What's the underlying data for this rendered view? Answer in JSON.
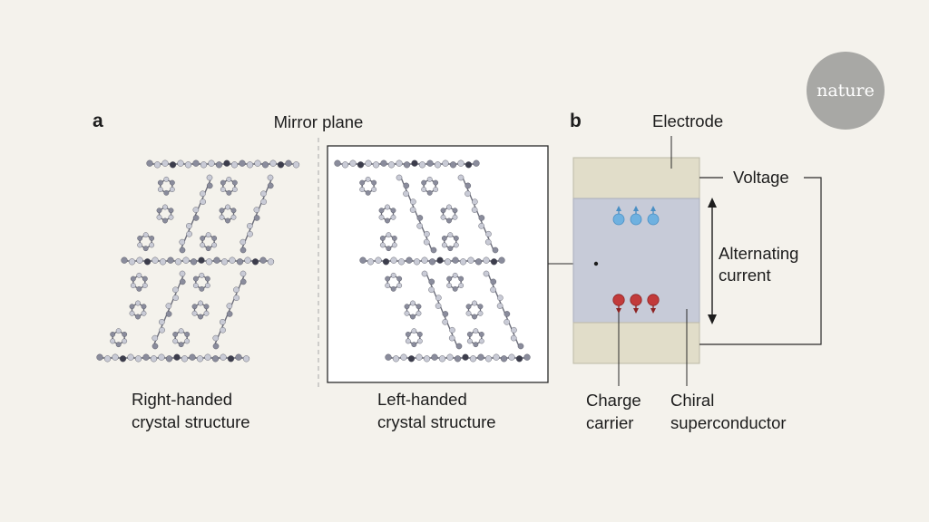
{
  "logo": {
    "text": "nature",
    "color": "#a8a8a5"
  },
  "panel_a": {
    "letter": "a",
    "mirror_label": "Mirror plane",
    "right_caption": [
      "Right-handed",
      "crystal structure"
    ],
    "left_caption": [
      "Left-handed",
      "crystal structure"
    ]
  },
  "panel_b": {
    "letter": "b",
    "electrode_label": "Electrode",
    "voltage_label": "Voltage",
    "ac_label": [
      "Alternating",
      "current"
    ],
    "carrier_label": [
      "Charge",
      "carrier"
    ],
    "chiral_label": [
      "Chiral",
      "superconductor"
    ]
  },
  "colors": {
    "background": "#f4f2ec",
    "electrode": "#e1ddc9",
    "superconductor": "#c7cbd8",
    "spin_up": "#6fb1e0",
    "spin_down": "#c23a3a",
    "atom_dark": "#3c3d4c",
    "atom_mid": "#8a8c9c",
    "atom_light": "#c9cbd6"
  }
}
